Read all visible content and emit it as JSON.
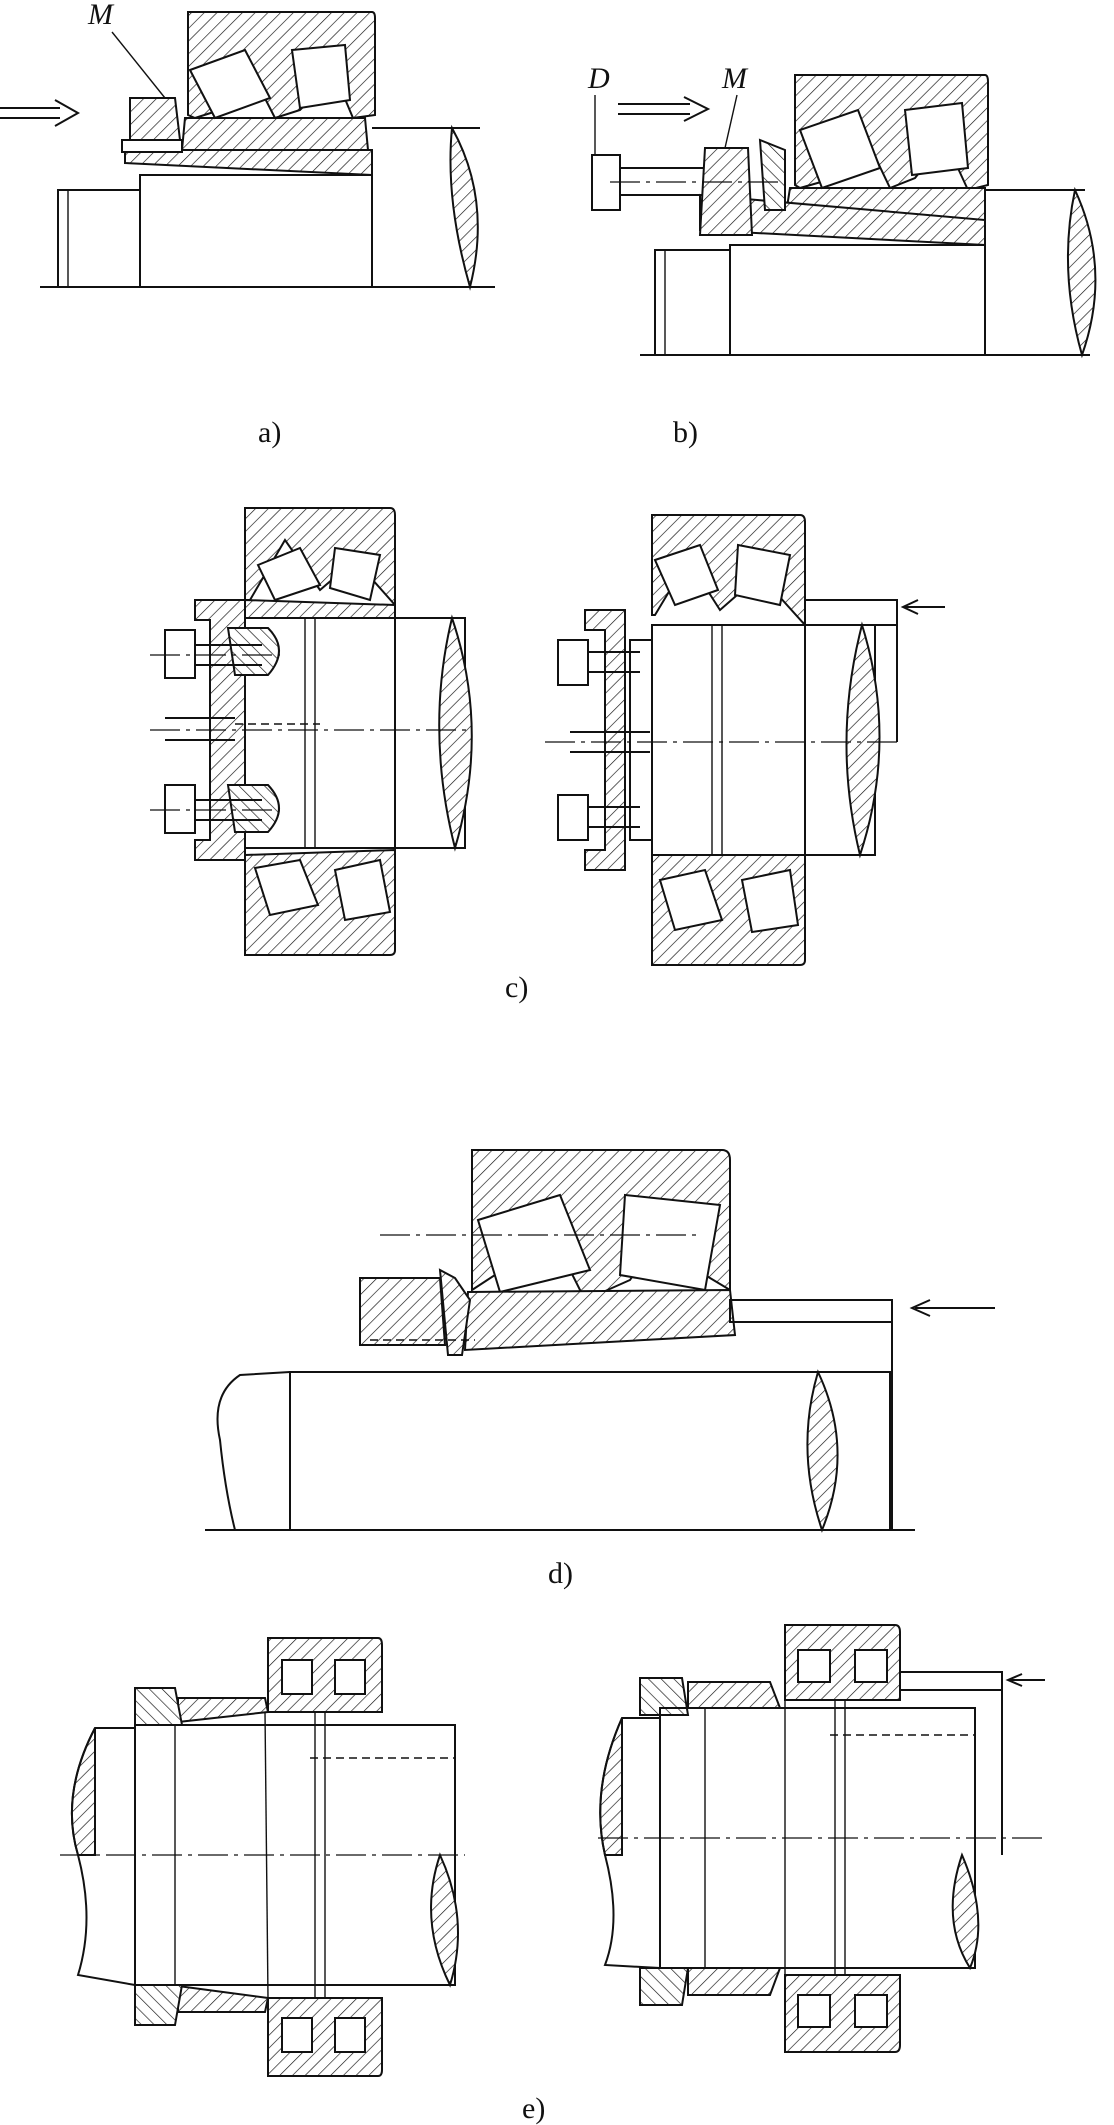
{
  "labels": {
    "a": "a)",
    "b": "b)",
    "c": "c)",
    "d": "d)",
    "e": "e)",
    "M_a": "M",
    "D_b": "D",
    "M_b": "M"
  }
}
